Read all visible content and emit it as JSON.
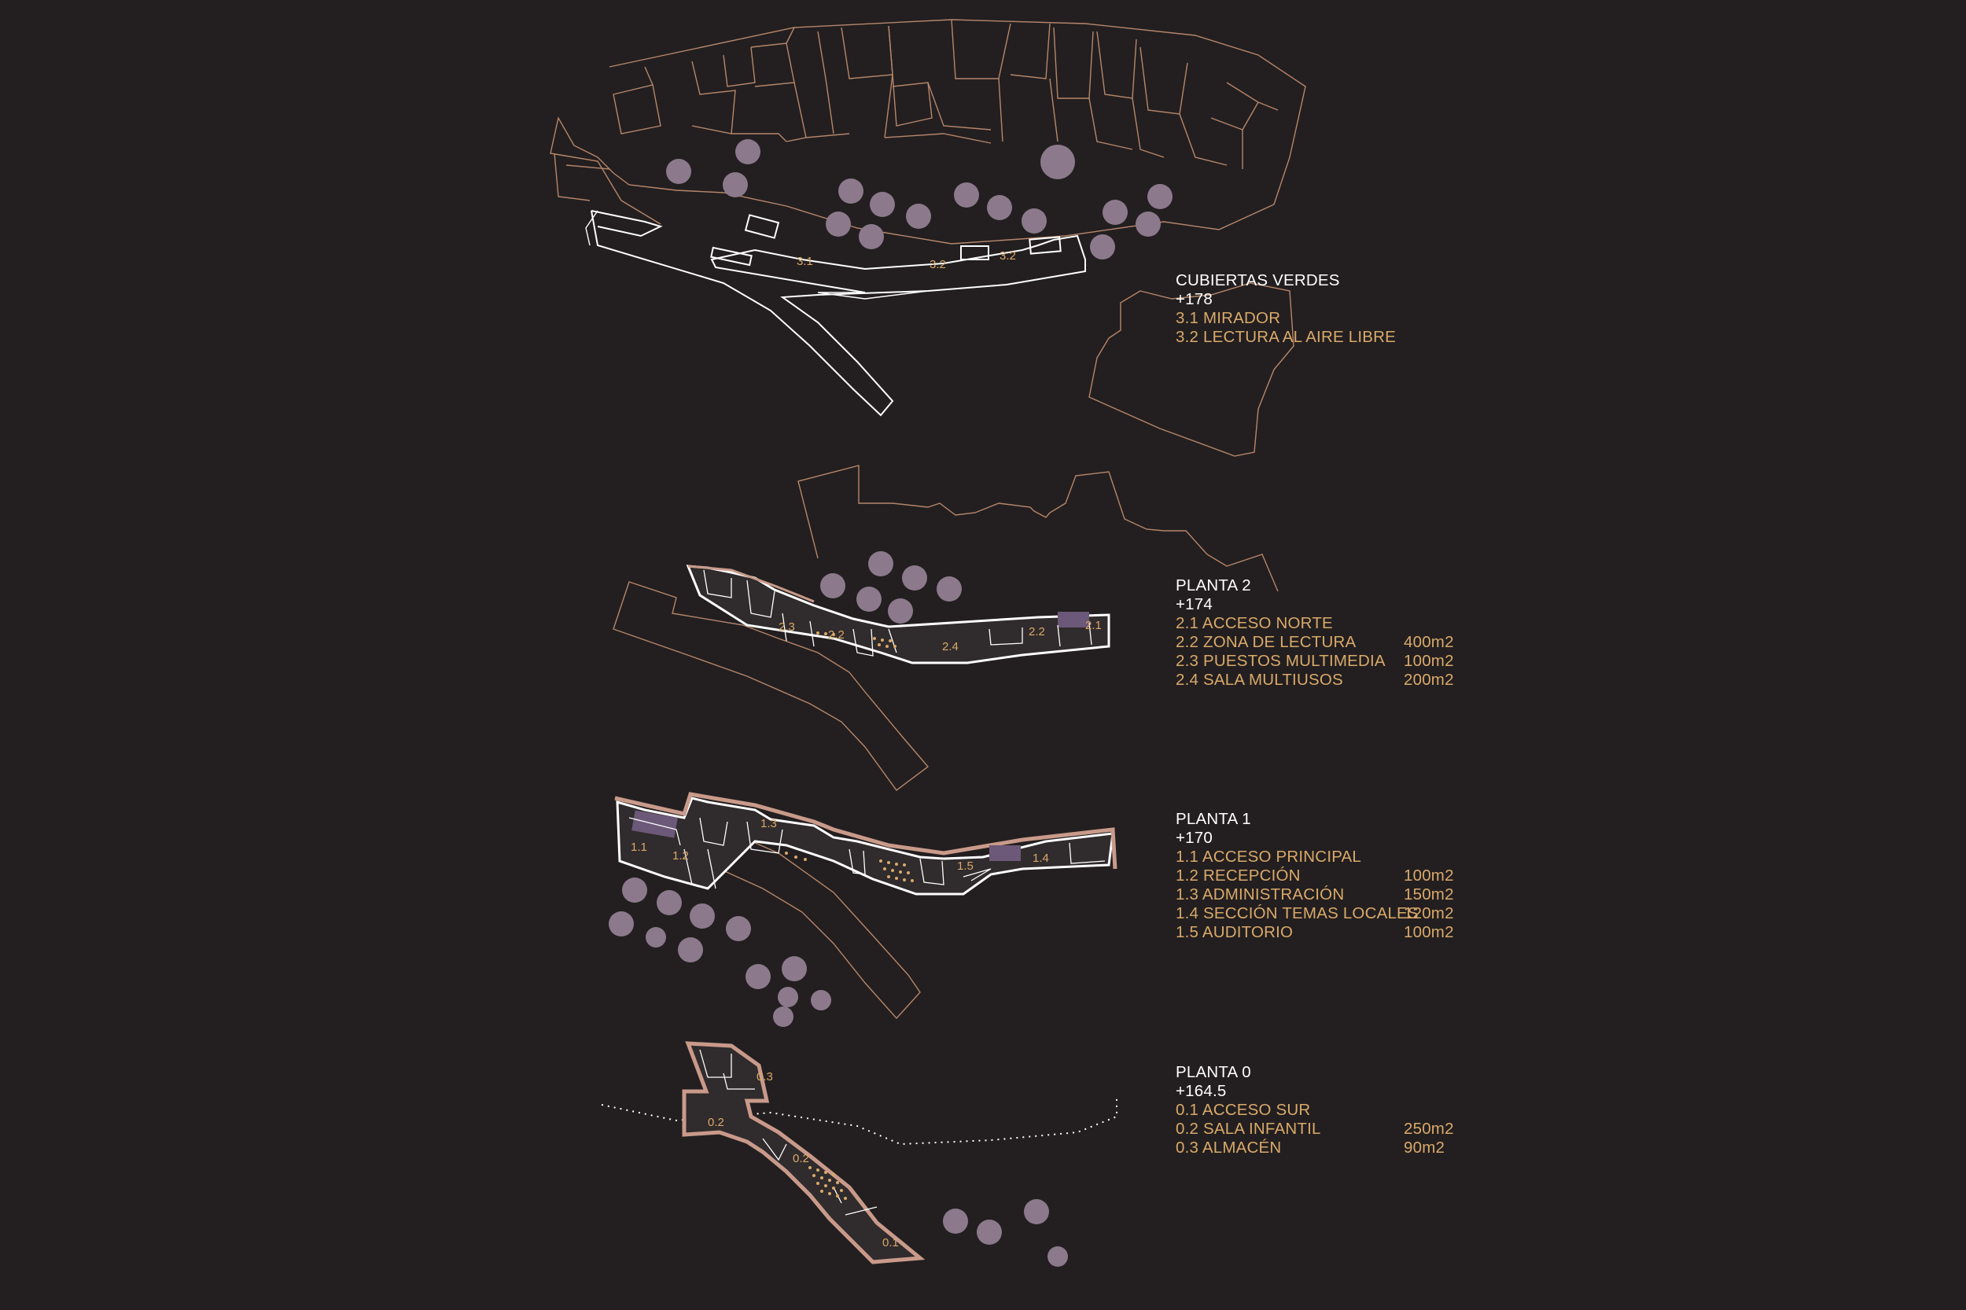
{
  "colors": {
    "background": "#231f20",
    "heading": "#ffffff",
    "item": "#d9a96a",
    "context_line": "#b7866a",
    "tree": "#8c7a8c",
    "floor_fill": "#302b2c",
    "wall_outer": "#c99a8a"
  },
  "legends": [
    {
      "title": "CUBIERTAS VERDES",
      "level": "+178",
      "items": [
        {
          "label": "3.1 MIRADOR",
          "area": ""
        },
        {
          "label": "3.2 LECTURA AL AIRE LIBRE",
          "area": ""
        }
      ]
    },
    {
      "title": "PLANTA 2",
      "level": "+174",
      "items": [
        {
          "label": "2.1 ACCESO NORTE",
          "area": ""
        },
        {
          "label": "2.2 ZONA DE LECTURA",
          "area": "400m2"
        },
        {
          "label": "2.3 PUESTOS MULTIMEDIA",
          "area": "100m2"
        },
        {
          "label": "2.4 SALA MULTIUSOS",
          "area": "200m2"
        }
      ]
    },
    {
      "title": "PLANTA 1",
      "level": "+170",
      "items": [
        {
          "label": "1.1 ACCESO PRINCIPAL",
          "area": ""
        },
        {
          "label": "1.2 RECEPCIÓN",
          "area": "100m2"
        },
        {
          "label": "1.3 ADMINISTRACIÓN",
          "area": "150m2"
        },
        {
          "label": "1.4 SECCIÓN TEMAS LOCALES",
          "area": "120m2"
        },
        {
          "label": "1.5 AUDITORIO",
          "area": "100m2"
        }
      ]
    },
    {
      "title": "PLANTA 0",
      "level": "+164.5",
      "items": [
        {
          "label": "0.1 ACCESO SUR",
          "area": ""
        },
        {
          "label": "0.2 SALA INFANTIL",
          "area": "250m2"
        },
        {
          "label": "0.3 ALMACÉN",
          "area": "90m2"
        }
      ]
    }
  ],
  "plan_labels": {
    "roof": [
      "3.1",
      "3.2",
      "3.2"
    ],
    "floor2": [
      "2.1",
      "2.2",
      "2.3",
      "2.2",
      "2.4"
    ],
    "floor1": [
      "1.1",
      "1.2",
      "1.3",
      "1.4",
      "1.5"
    ],
    "floor0": [
      "0.1",
      "0.2",
      "0.2",
      "0.3"
    ]
  }
}
